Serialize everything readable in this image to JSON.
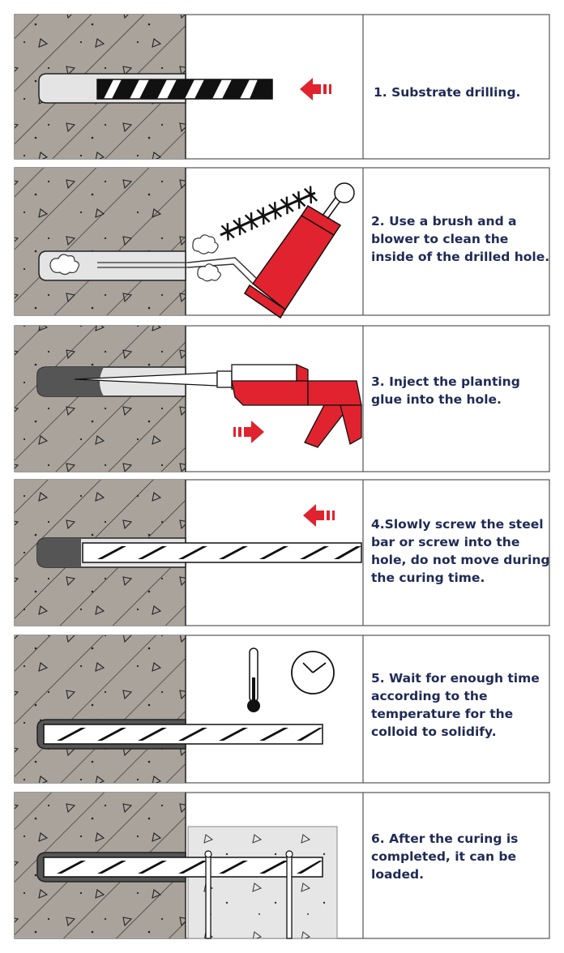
{
  "steps": [
    {
      "text": "1. Substrate drilling."
    },
    {
      "text": "2. Use a brush and a blower to clean the inside of the drilled hole."
    },
    {
      "text": "3. Inject the planting glue into the hole."
    },
    {
      "text": "4.Slowly screw the steel bar or screw into the hole, do not move during the curing time."
    },
    {
      "text": "5. Wait for enough time according to the temperature for the colloid to solidify."
    },
    {
      "text": "6. After the curing is completed, it can be loaded."
    }
  ],
  "colors": {
    "concrete": "#a9a39b",
    "accent_red": "#e0232e",
    "outline": "#000000",
    "text": "#1f2a55",
    "fresh_concrete": "#e6e6e6"
  },
  "icons": [
    "drill-bit-icon",
    "arrow-left-icon",
    "brush-icon",
    "blower-icon",
    "dust-cloud-icon",
    "glue-gun-icon",
    "arrow-right-icon",
    "steel-bar-icon",
    "thermometer-icon",
    "clock-icon",
    "concrete-block-icon"
  ]
}
